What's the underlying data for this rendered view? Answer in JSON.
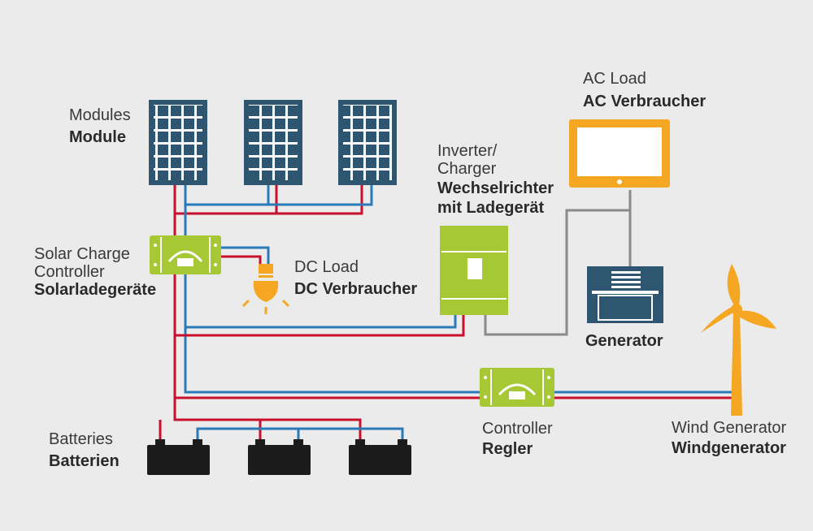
{
  "labels": {
    "modules": {
      "en": "Modules",
      "de": "Module"
    },
    "solar_controller": {
      "en1": "Solar Charge",
      "en2": "Controller",
      "de": "Solarladegeräte"
    },
    "dc_load": {
      "en": "DC Load",
      "de": "DC Verbraucher"
    },
    "inverter": {
      "en1": "Inverter/",
      "en2": "Charger",
      "de1": "Wechselrichter",
      "de2": "mit Ladegerät"
    },
    "ac_load": {
      "en": "AC Load",
      "de": "AC Verbraucher"
    },
    "generator": {
      "de": "Generator"
    },
    "batteries": {
      "en": "Batteries",
      "de": "Batterien"
    },
    "controller": {
      "en": "Controller",
      "de": "Regler"
    },
    "wind": {
      "en": "Wind Generator",
      "de": "Windgenerator"
    }
  },
  "colors": {
    "positive_wire": "#c8102e",
    "negative_wire": "#2a7ab8",
    "ac_wire": "#8a8a8a",
    "panel_fill": "#2e5670",
    "device_green": "#a5c834",
    "load_orange": "#f5a623",
    "battery_fill": "#1c1c1c",
    "generator_fill": "#2e5670"
  }
}
